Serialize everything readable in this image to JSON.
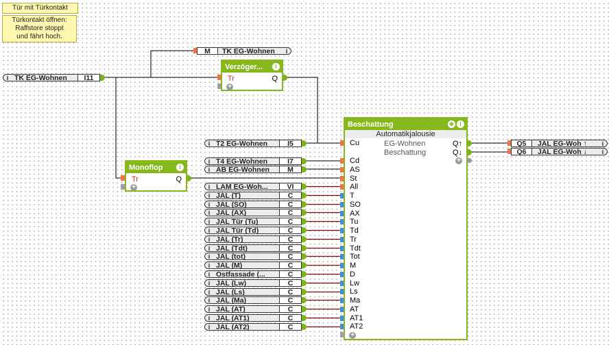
{
  "notes": {
    "title": "Tür mit Türkontakt",
    "description_lines": [
      "Türkontakt öffnen:",
      "Raffstore stoppt",
      "und fährt hoch."
    ]
  },
  "inputs": {
    "tk_in": {
      "name": "TK EG-Wohnen",
      "addr": "I11"
    },
    "tk_out": {
      "addr": "M",
      "name": "TK EG-Wohnen"
    },
    "t2": {
      "name": "T2 EG-Wohnen",
      "addr": "I5"
    },
    "t4": {
      "name": "T4 EG-Wohnen",
      "addr": "I7"
    },
    "ab": {
      "name": "AB EG-Wohnen",
      "addr": "M"
    },
    "list": [
      {
        "name": "LAM EG-Woh...",
        "addr": "VI"
      },
      {
        "name": "JAL (T)",
        "addr": "C"
      },
      {
        "name": "JAL (SO)",
        "addr": "C"
      },
      {
        "name": "JAL (AX)",
        "addr": "C"
      },
      {
        "name": "JAL Tür (Tu)",
        "addr": "C"
      },
      {
        "name": "JAL Tür (Td)",
        "addr": "C"
      },
      {
        "name": "JAL (Tr)",
        "addr": "C"
      },
      {
        "name": "JAL (Tdt)",
        "addr": "C"
      },
      {
        "name": "JAL (tot)",
        "addr": "C"
      },
      {
        "name": "JAL (M)",
        "addr": "C"
      },
      {
        "name": "Ostfassade (...",
        "addr": "C"
      },
      {
        "name": "JAL (Lw)",
        "addr": "C"
      },
      {
        "name": "JAL (Ls)",
        "addr": "C"
      },
      {
        "name": "JAL (Ma)",
        "addr": "C"
      },
      {
        "name": "JAL (AT)",
        "addr": "C"
      },
      {
        "name": "JAL (AT1)",
        "addr": "C"
      },
      {
        "name": "JAL (AT2)",
        "addr": "C"
      }
    ]
  },
  "outputs": [
    {
      "addr": "Q5",
      "name": "JAL EG-Woh ↑"
    },
    {
      "addr": "Q6",
      "name": "JAL EG-Woh ↓"
    }
  ],
  "blocks": {
    "delay": {
      "title": "Verzöger...",
      "in": "Tr",
      "out": "Q"
    },
    "monoflop": {
      "title": "Monoflop",
      "in": "Tr",
      "out": "Q"
    },
    "shading": {
      "title": "Beschattung",
      "type": "Automatikjalousie",
      "desc1": "EG-Wohnen",
      "desc2": "Beschattung",
      "out_up": "Q↑",
      "out_down": "Q↓",
      "inputs": [
        "Cu",
        "Cd",
        "AS",
        "St",
        "All",
        "T",
        "SO",
        "AX",
        "Tu",
        "Td",
        "Tr",
        "Tdt",
        "Tot",
        "M",
        "D",
        "Lw",
        "Ls",
        "Ma",
        "AT",
        "AT1",
        "AT2"
      ]
    }
  },
  "icons": {
    "info": "i",
    "plus": "+",
    "move": "✥"
  },
  "colors": {
    "block_green": "#86b81b",
    "wire_dark": "#333333",
    "wire_red": "#7a0c0c",
    "port_orange": "#f2734a",
    "port_blue": "#3f8fd6"
  }
}
